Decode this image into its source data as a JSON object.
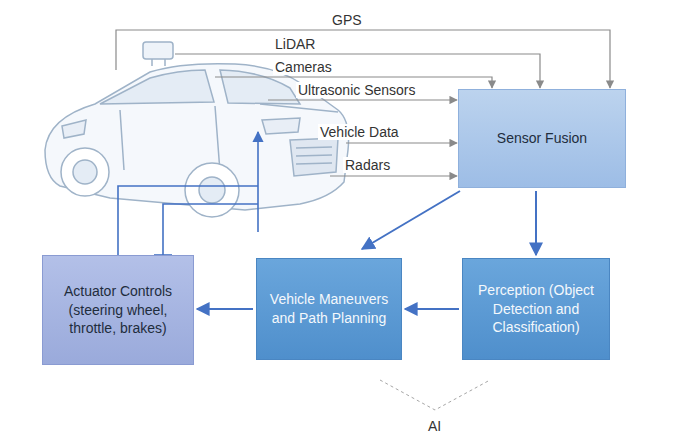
{
  "diagram": {
    "nodes": [
      {
        "text": [
          "Sensor Fusion"
        ]
      },
      {
        "text": [
          "Actuator Controls (steering wheel, throttle, brakes)"
        ]
      },
      {
        "text": [
          "Vehicle Maneuvers and Path Planning"
        ]
      },
      {
        "text": [
          "Perception (Object Detection and Classification)"
        ]
      }
    ],
    "edges": [
      {
        "from": 0,
        "to": 3,
        "arrow": "to"
      },
      {
        "from": 0,
        "to": 2,
        "arrow": "to"
      },
      {
        "from": 3,
        "to": 2,
        "arrow": "to"
      },
      {
        "from": 2,
        "to": 1,
        "arrow": "to"
      }
    ],
    "labels": [
      "GPS",
      "LiDAR",
      "Cameras",
      "Ultrasonic Sensors",
      "Vehicle Data",
      "Radars",
      "AI"
    ]
  }
}
